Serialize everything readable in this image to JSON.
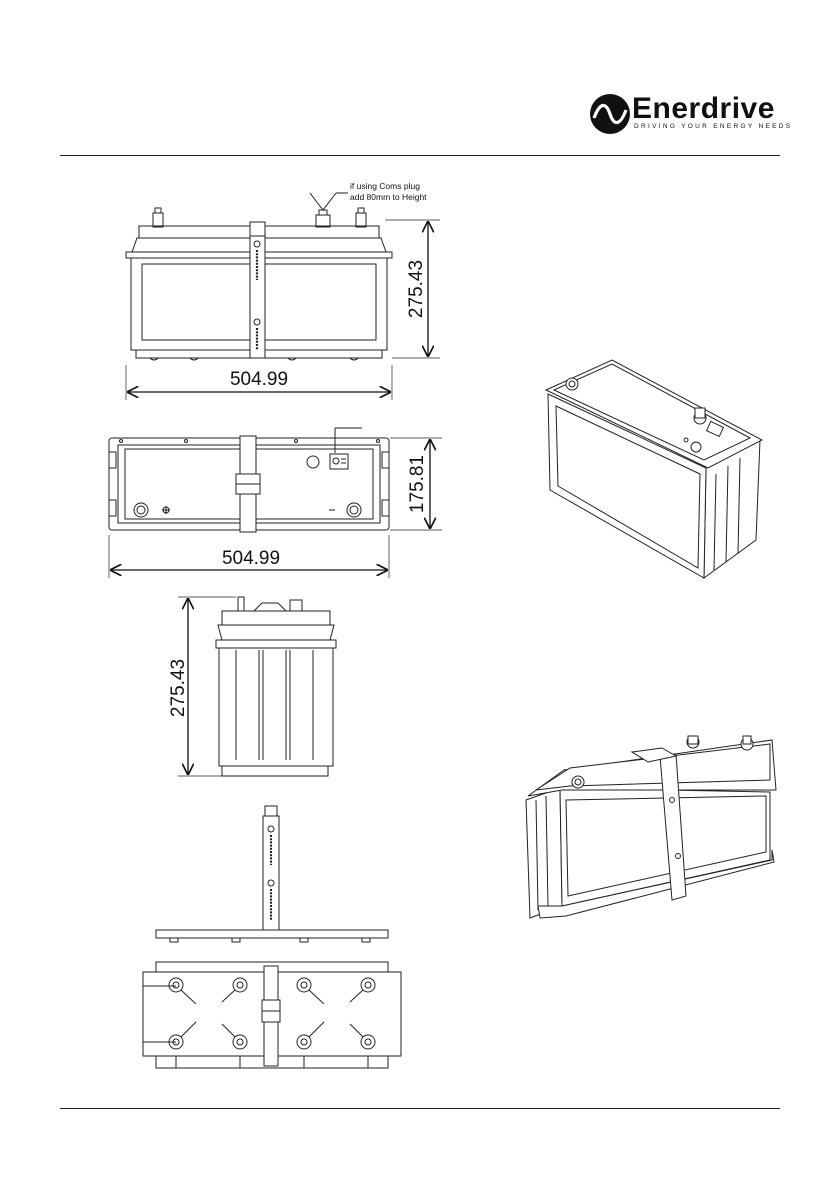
{
  "brand": {
    "name": "Enerdrive",
    "tagline": "DRIVING YOUR ENERGY NEEDS"
  },
  "annotation": {
    "line1": "if using Coms plug",
    "line2": "add 80mm to Height"
  },
  "dimensions": {
    "front_width": "504.99",
    "front_height": "275.43",
    "top_width": "504.99",
    "top_depth": "175.81",
    "side_height": "275.43"
  },
  "colors": {
    "line": "#222222",
    "background": "#ffffff"
  }
}
